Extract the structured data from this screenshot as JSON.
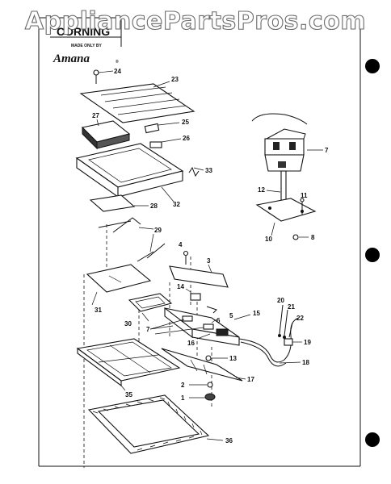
{
  "watermark": "AppliancePartsPros.com",
  "header": {
    "brand": "CORNING",
    "made_only_by": "MADE ONLY BY",
    "logo": "Amana",
    "logo_mark": "®"
  },
  "callouts": {
    "c24": "24",
    "c23": "23",
    "c27": "27",
    "c25": "25",
    "c26": "26",
    "c33": "33",
    "c32": "32",
    "c28": "28",
    "c29": "29",
    "c4": "4",
    "c3": "3",
    "c14": "14",
    "c5": "5",
    "c31": "31",
    "c30": "30",
    "c7a": "7",
    "c6": "6",
    "c15": "15",
    "c16": "16",
    "c13": "13",
    "c2": "2",
    "c1": "1",
    "c35": "35",
    "c17": "17",
    "c36": "36",
    "c7b": "7",
    "c12": "12",
    "c11": "11",
    "c10": "10",
    "c8": "8",
    "c20": "20",
    "c21": "21",
    "c22": "22",
    "c19": "19",
    "c18": "18"
  }
}
